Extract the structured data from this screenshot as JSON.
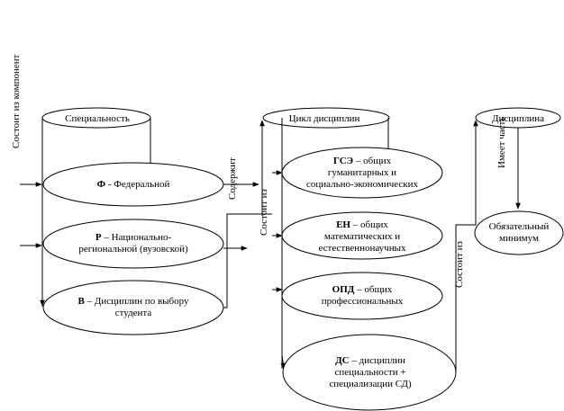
{
  "labels": {
    "consists_of_components": "Состоит из компонент",
    "contains": "Содержит",
    "consists_of_1": "Состоит из",
    "consists_of_2": "Состоит из",
    "has_part": "Имеет часть"
  },
  "specialty": {
    "title": "Специальность",
    "federal": {
      "code": "Ф",
      "text": " - Федеральной"
    },
    "regional": {
      "code": "Р",
      "line1": " – Национально-",
      "line2": "региональной (вузовской)"
    },
    "elective": {
      "code": "В",
      "line1": " – Дисциплин по выбору",
      "line2": "студента"
    }
  },
  "cycle": {
    "title": "Цикл дисциплин",
    "gse": {
      "code": "ГСЭ",
      "line1": " – общих",
      "line2": "гуманитарных и",
      "line3": "социально-экономических"
    },
    "en": {
      "code": "ЕН",
      "line1": " – общих",
      "line2": "математических и",
      "line3": "естественнонаучных"
    },
    "opd": {
      "code": "ОПД",
      "line1": " – общих",
      "line2": "профессиональных"
    },
    "ds": {
      "code": "ДС",
      "line1": " – дисциплин",
      "line2": "специальности +",
      "line3": "специализации СД)"
    }
  },
  "discipline": {
    "title": "Дисциплина",
    "minimum_line1": "Обязательный",
    "minimum_line2": "минимум"
  }
}
